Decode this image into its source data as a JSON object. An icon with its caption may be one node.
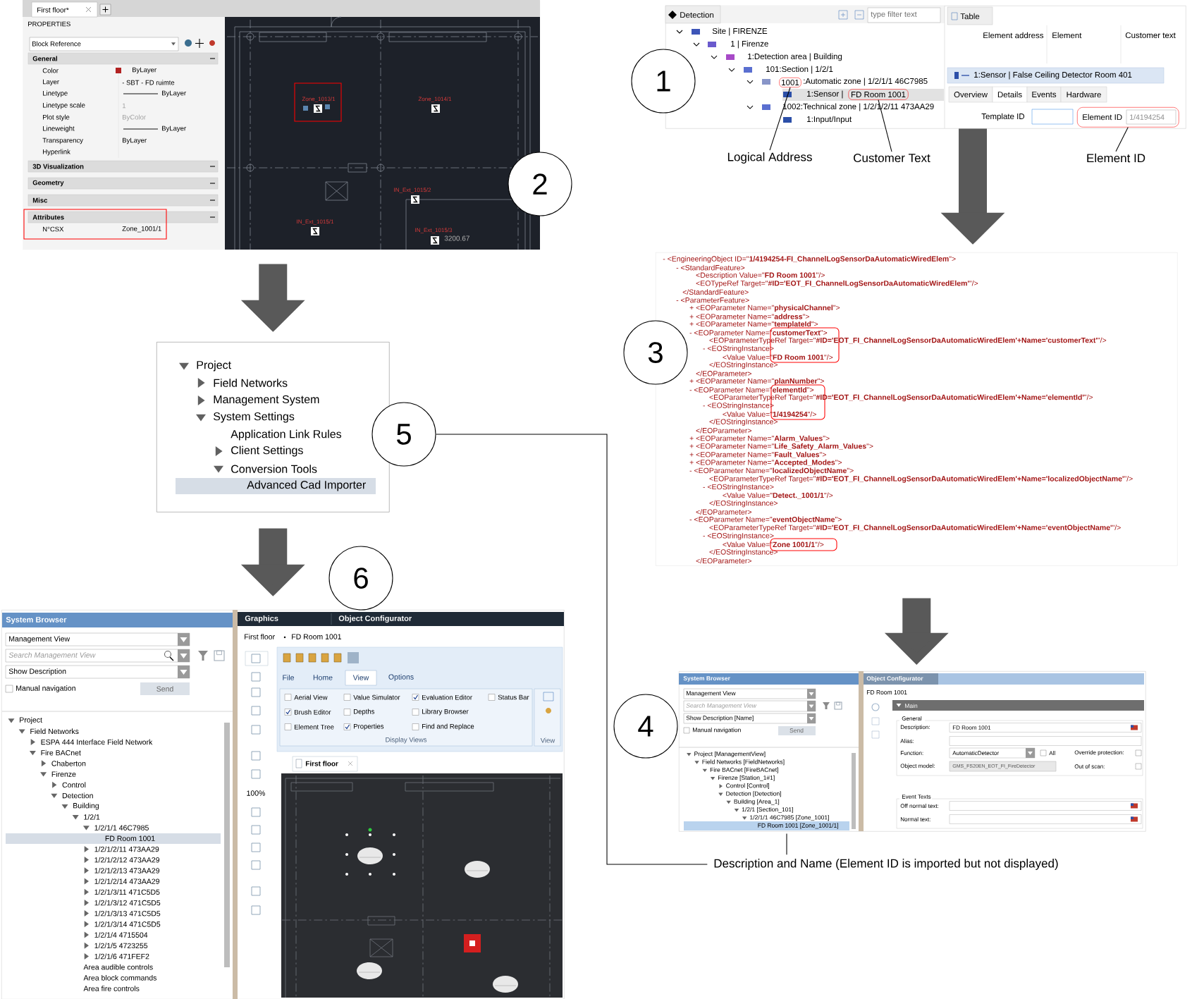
{
  "diagram": {
    "nodes": [
      {
        "text": [
          "First floor*",
          "PROPERTIES",
          "Block Reference",
          "General",
          "Color",
          "ByLayer",
          "Layer",
          "- SBT - FD ruimte",
          "Linetype",
          "ByLayer",
          "Linetype scale",
          "1",
          "Plot style",
          "ByColor",
          "Lineweight",
          "ByLayer",
          "Transparency",
          "ByLayer",
          "Hyperlink",
          "3D Visualization",
          "Geometry",
          "Misc",
          "Attributes",
          "N°CSX",
          "Zone_1001/1",
          "Zone_1013/1",
          "Zone_1014/1",
          "IN_Ext_1015/2",
          "IN_Ext_1015/1",
          "IN_Ext_1015/3",
          "3200.67"
        ]
      },
      {
        "text": [
          "2"
        ]
      },
      {
        "text": [
          "Detection",
          "type filter text",
          "Site | FIRENZE",
          "1 | Firenze",
          "1:Detection area | Building",
          "101:Section | 1/2/1",
          ":Automatic zone | 1/2/1/1 46C7985",
          "1:Sensor |",
          "1002:Technical zone | 1/2/1/2/11 473AA29",
          "1:Input/Input",
          "Table",
          "Element address",
          "Element",
          "Customer text",
          "1:Sensor | False Ceiling Detector Room 401",
          "Overview",
          "Details",
          "Events",
          "Hardware",
          "Template ID"
        ]
      },
      {
        "text": [
          "1"
        ]
      },
      {
        "text": [
          "1001"
        ],
        "in": 2
      },
      {
        "text": [
          "FD Room 1001"
        ],
        "in": 2
      },
      {
        "text": [
          "Element ID",
          "1/4194254"
        ],
        "in": 2
      },
      {
        "text": [
          "Logical Address"
        ]
      },
      {
        "text": [
          "Customer Text"
        ]
      },
      {
        "text": [
          "Element ID"
        ]
      },
      {
        "text": [
          "- <EngineeringObject ID=\"**1/4194254-FI_ChannelLogSensorDaAutomaticWiredElem**\">",
          "- <StandardFeature>",
          "<Description Value=\"**FD Room 1001**\"/>",
          "<EOTypeRef Target=\"**#ID='EOT_FI_ChannelLogSensorDaAutomaticWiredElem'**\"/>",
          "</StandardFeature>",
          "- <ParameterFeature>",
          "+ <EOParameter Name=\"**physicalChannel**\">",
          "+ <EOParameter Name=\"**address**\">",
          "+ <EOParameter Name=\"**templateId**\">",
          "- <EOParameter Name=\"**customerText**\">",
          "<EOParameterTypeRef Target=\"**#ID='EOT_FI_ChannelLogSensorDaAutomaticWiredElem'+Name='customerText'**\"/>",
          "- <EOStringInstance>",
          "<Value Value=\"**FD Room 1001**\"/>",
          "</EOStringInstance>",
          "</EOParameter>",
          "+ <EOParameter Name=\"**planNumber**\">",
          "- <EOParameter Name=\"**elementId**\">",
          "<EOParameterTypeRef Target=\"**#ID='EOT_FI_ChannelLogSensorDaAutomaticWiredElem'+Name='elementId'**\"/>",
          "- <EOStringInstance>",
          "<Value Value=\"**1/4194254**\"/>",
          "</EOStringInstance>",
          "</EOParameter>",
          "+ <EOParameter Name=\"**Alarm_Values**\">",
          "+ <EOParameter Name=\"**Life_Safety_Alarm_Values**\">",
          "+ <EOParameter Name=\"**Fault_Values**\">",
          "+ <EOParameter Name=\"**Accepted_Modes**\">",
          "- <EOParameter Name=\"**localizedObjectName**\">",
          "<EOParameterTypeRef Target=\"**#ID='EOT_FI_ChannelLogSensorDaAutomaticWiredElem'+Name='localizedObjectName'**\"/>",
          "- <EOStringInstance>",
          "<Value Value=\"**Detect._1001/1**\"/>",
          "</EOStringInstance>",
          "</EOParameter>",
          "- <EOParameter Name=\"**eventObjectName**\">",
          "<EOParameterTypeRef Target=\"**#ID='EOT_FI_ChannelLogSensorDaAutomaticWiredElem'+Name='eventObjectName'**\"/>",
          "- <EOStringInstance>",
          "<Value Value=\"**Zone 1001/1**\"/>",
          "</EOStringInstance>",
          "</EOParameter>"
        ]
      },
      {
        "text": [
          "3"
        ]
      },
      {
        "text": [
          "Project",
          "Field Networks",
          "Management System",
          "System Settings",
          "Application Link Rules",
          "Client Settings",
          "Conversion Tools",
          "Advanced Cad Importer"
        ]
      },
      {
        "text": [
          "5"
        ]
      },
      {
        "text": [
          "System Browser",
          "Management View",
          "Search Management View",
          "Show Description",
          "Manual navigation",
          "Send",
          "Project",
          "Field Networks",
          "ESPA 444 Interface Field Network",
          "Fire BACnet",
          "Chaberton",
          "Firenze",
          "Control",
          "Detection",
          "Building",
          "1/2/1",
          "1/2/1/1 46C7985",
          "FD Room 1001",
          "1/2/1/2/11 473AA29",
          "1/2/1/2/12 473AA29",
          "1/2/1/2/13 473AA29",
          "1/2/1/2/14 473AA29",
          "1/2/1/3/11 471C5D5",
          "1/2/1/3/12 471C5D5",
          "1/2/1/3/13 471C5D5",
          "1/2/1/3/14 471C5D5",
          "1/2/1/4 4715504",
          "1/2/1/5 4723255",
          "1/2/1/6 471FEF2",
          "Area audible controls",
          "Area block commands",
          "Area fire controls",
          "Graphics",
          "Object Configurator",
          "First floor",
          "FD Room 1001",
          "100%",
          "File",
          "Home",
          "View",
          "Options",
          "Aerial View",
          "Value Simulator",
          "Evaluation Editor",
          "Status Bar",
          "Brush Editor",
          "Depths",
          "Library Browser",
          "Element Tree",
          "Properties",
          "Find and Replace",
          "Display Views",
          "View",
          "First floor"
        ]
      },
      {
        "text": [
          "6"
        ]
      },
      {
        "text": [
          "System Browser",
          "Management View",
          "Search Management View",
          "Show Description [Name]",
          "Manual navigation",
          "Send",
          "Project [ManagementView]",
          "Field Networks [FieldNetworks]",
          "Fire BACnet [FireBACnet]",
          "Firenze [Station_1#1]",
          "Control [Control]",
          "Detection [Detection]",
          "Building [Area_1]",
          "1/2/1 [Section_101]",
          "1/2/1/1 46C7985 [Zone_1001]",
          "FD Room 1001 [Zone_1001/1]",
          "Object Configurator",
          "FD Room 1001",
          "Main",
          "General",
          "Description:",
          "FD Room 1001",
          "Alias:",
          "Function:",
          "AutomaticDetector",
          "All",
          "Override protection:",
          "Object model:",
          "GMS_FS20EN_EOT_FI_FireDetector",
          "Out of scan:",
          "Event Texts",
          "Off normal text:",
          "Normal text:"
        ]
      },
      {
        "text": [
          "4"
        ]
      },
      {
        "text": [
          "Description and Name (Element ID is imported but not displayed)"
        ]
      }
    ],
    "edges": [
      {
        "from": 0,
        "to": 12,
        "arrow": "to",
        "style": "thick",
        "color": "#595959"
      },
      {
        "from": 12,
        "to": 14,
        "arrow": "to",
        "style": "thick",
        "color": "#595959"
      },
      {
        "from": 2,
        "to": 10,
        "arrow": "to",
        "style": "thick",
        "color": "#595959"
      },
      {
        "from": 10,
        "to": 16,
        "arrow": "to",
        "style": "thick",
        "color": "#595959"
      },
      {
        "from": 7,
        "to": 4,
        "arrow": "none"
      },
      {
        "from": 8,
        "to": 5,
        "arrow": "none"
      },
      {
        "from": 9,
        "to": 6,
        "arrow": "none"
      },
      {
        "from": 13,
        "to": 18,
        "arrow": "none"
      },
      {
        "from": 16,
        "to": 18,
        "arrow": "none"
      }
    ]
  }
}
